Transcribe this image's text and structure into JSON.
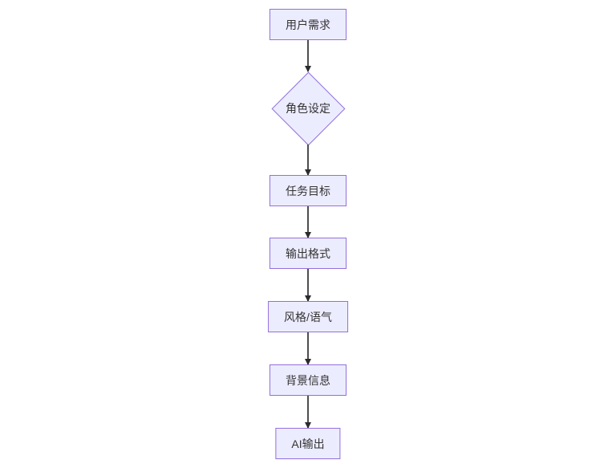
{
  "diagram": {
    "type": "flowchart",
    "direction": "top-down",
    "nodes": [
      {
        "id": "user-requirement",
        "label": "用户需求",
        "shape": "rect"
      },
      {
        "id": "role-setting",
        "label": "角色设定",
        "shape": "diamond"
      },
      {
        "id": "task-goal",
        "label": "任务目标",
        "shape": "rect"
      },
      {
        "id": "output-format",
        "label": "输出格式",
        "shape": "rect"
      },
      {
        "id": "style-tone",
        "label": "风格/语气",
        "shape": "rect"
      },
      {
        "id": "background-info",
        "label": "背景信息",
        "shape": "rect"
      },
      {
        "id": "ai-output",
        "label": "AI输出",
        "shape": "rect"
      }
    ],
    "edges": [
      {
        "from": "user-requirement",
        "to": "role-setting"
      },
      {
        "from": "role-setting",
        "to": "task-goal"
      },
      {
        "from": "task-goal",
        "to": "output-format"
      },
      {
        "from": "output-format",
        "to": "style-tone"
      },
      {
        "from": "style-tone",
        "to": "background-info"
      },
      {
        "from": "background-info",
        "to": "ai-output"
      }
    ],
    "colors": {
      "node_fill": "#ECECFF",
      "node_border": "#9370DB",
      "text": "#333333",
      "edge_line": "#4d4d4d",
      "arrowhead": "#2b2b2b",
      "background": "#ffffff"
    }
  }
}
